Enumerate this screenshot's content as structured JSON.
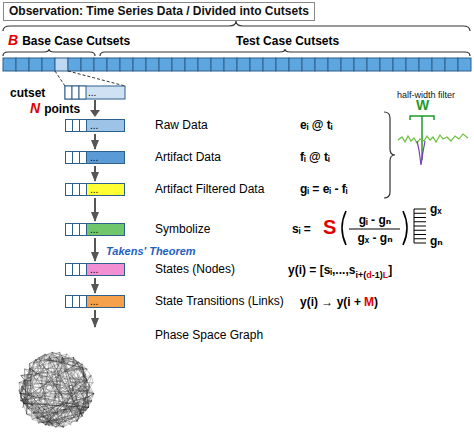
{
  "diagram": {
    "title": "Observation: Time Series Data / Divided into Cutsets",
    "nodes": [
      {
        "text": [
          "...",
          "Raw Data"
        ]
      },
      {
        "text": [
          "...",
          "Artifact Data"
        ]
      },
      {
        "text": [
          "...",
          "Artifact Filtered Data"
        ]
      },
      {
        "text": [
          "...",
          "Symbolize"
        ]
      },
      {
        "text": [
          "...",
          "States (Nodes)"
        ]
      },
      {
        "text": [
          "...",
          "State Transitions (Links)"
        ]
      },
      {
        "text": [
          "Phase Space Graph"
        ]
      }
    ],
    "edges": [
      {
        "from": 0,
        "to": 1,
        "arrow": "to"
      },
      {
        "from": 1,
        "to": 2,
        "arrow": "to"
      },
      {
        "from": 2,
        "to": 3,
        "arrow": "to"
      },
      {
        "from": 3,
        "to": 4,
        "arrow": "to"
      },
      {
        "from": 4,
        "to": 5,
        "arrow": "to"
      },
      {
        "from": 5,
        "to": 6,
        "arrow": "to"
      }
    ],
    "labels": [
      "B",
      "Base Case Cutsets",
      "Test Case Cutsets",
      "cutset",
      "...",
      "N",
      "points",
      "eᵢ @ tᵢ",
      "fᵢ @ tᵢ",
      "gᵢ = eᵢ - fᵢ",
      "half-width filter",
      "W",
      "sᵢ =",
      "S",
      "gᵢ - gₙ",
      "gₓ - gₙ",
      "gₓ",
      "gₙ",
      "Takens' Theorem",
      "y(i) = [sᵢ,...,s",
      "i+(",
      "d",
      "-1)",
      "L",
      "]",
      "y(i) → y(i +",
      "M",
      ")"
    ]
  }
}
